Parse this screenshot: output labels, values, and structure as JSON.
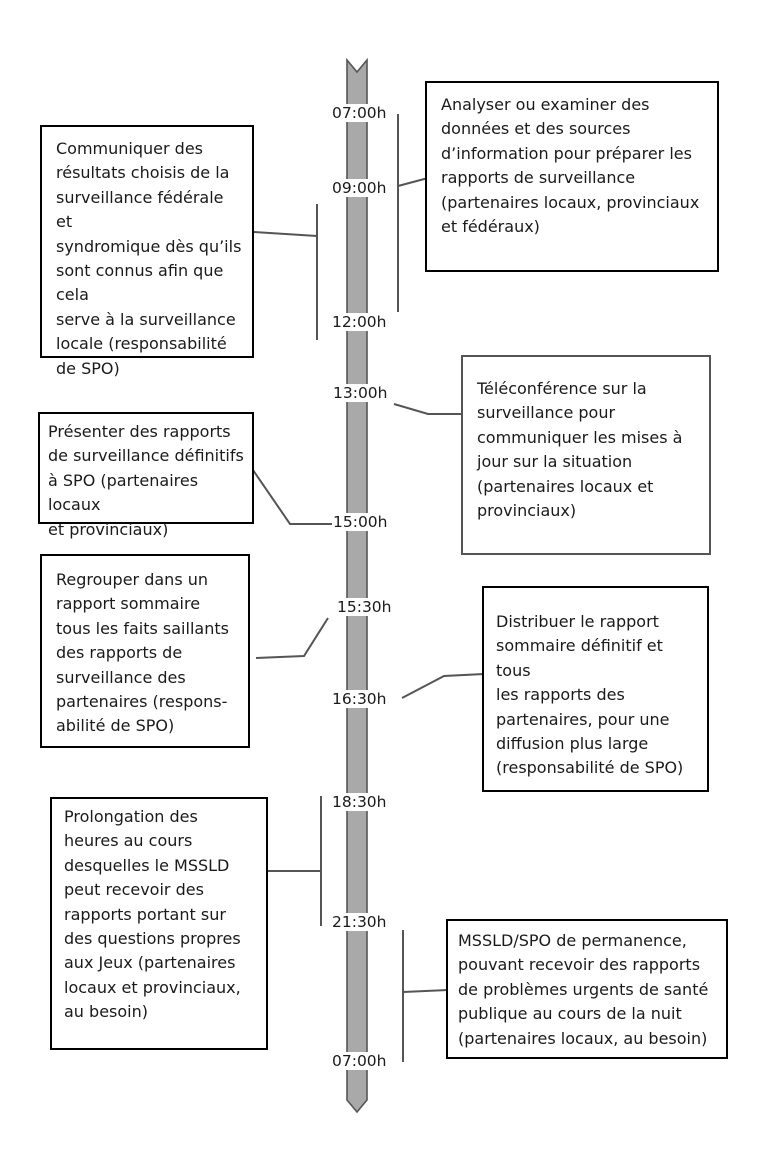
{
  "times": {
    "t0700a": "07:00h",
    "t0900": "09:00h",
    "t1200": "12:00h",
    "t1300": "13:00h",
    "t1500": "15:00h",
    "t1530": "15:30h",
    "t1630": "16:30h",
    "t1830": "18:30h",
    "t2130": "21:30h",
    "t0700b": "07:00h"
  },
  "boxes": {
    "analyser": "Analyser ou examiner des\ndonnées et des sources\nd’information pour préparer les\nrapports de surveillance\n(partenaires locaux, provinciaux\net fédéraux)",
    "communiquer": "Communiquer des\nrésultats choisis de la\nsurveillance fédérale et\nsyndromique dès qu’ils\nsont connus afin que cela\nserve à la surveillance\nlocale (responsabilité\nde SPO)",
    "teleconference": "Téléconférence sur la\nsurveillance pour\ncommuniquer les mises à\njour sur la situation\n(partenaires locaux et\nprovinciaux)",
    "presenter": "Présenter des rapports\nde surveillance définitifs\nà SPO (partenaires locaux\net provinciaux)",
    "regrouper": "Regrouper dans un\nrapport sommaire\ntous les faits saillants\ndes rapports de\nsurveillance des\npartenaires (respons-\nabilité de SPO)",
    "distribuer": "Distribuer le rapport\nsommaire définitif et tous\nles rapports des\npartenaires, pour une\ndiffusion plus large\n(responsabilité de SPO)",
    "prolongation": "Prolongation des\nheures au cours\ndesquelles le MSSLD\npeut recevoir des\nrapports portant sur\ndes questions propres\naux Jeux (partenaires\nlocaux et provinciaux,\nau besoin)",
    "permanence": "MSSLD/SPO de permanence,\npouvant recevoir des rapports\nde problèmes urgents de santé\npublique au cours de la nuit\n(partenaires locaux, au besoin)"
  }
}
